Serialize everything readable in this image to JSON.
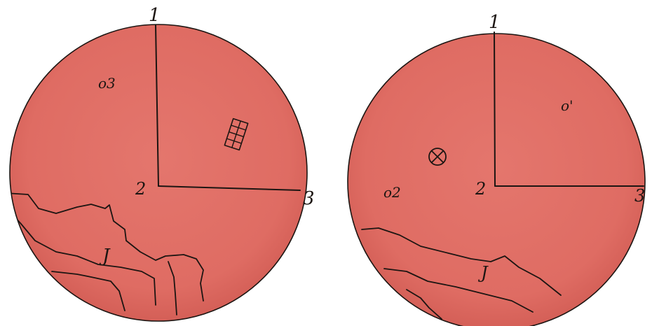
{
  "colors": {
    "disc": "#e06d64",
    "disc_edge": "#c9564f",
    "ink": "#1c1512",
    "paper": "#ffffff"
  },
  "left_disc": {
    "axis_labels": {
      "top": "1",
      "center": "2",
      "right": "3"
    },
    "marks": {
      "upper_left": "o3",
      "lower": "J"
    },
    "symbol": "grid-icon"
  },
  "right_disc": {
    "axis_labels": {
      "top": "1",
      "center": "2",
      "right": "3"
    },
    "marks": {
      "upper_right": "o'",
      "left": "o2",
      "lower": "J"
    },
    "symbol": "circled-x-icon"
  }
}
